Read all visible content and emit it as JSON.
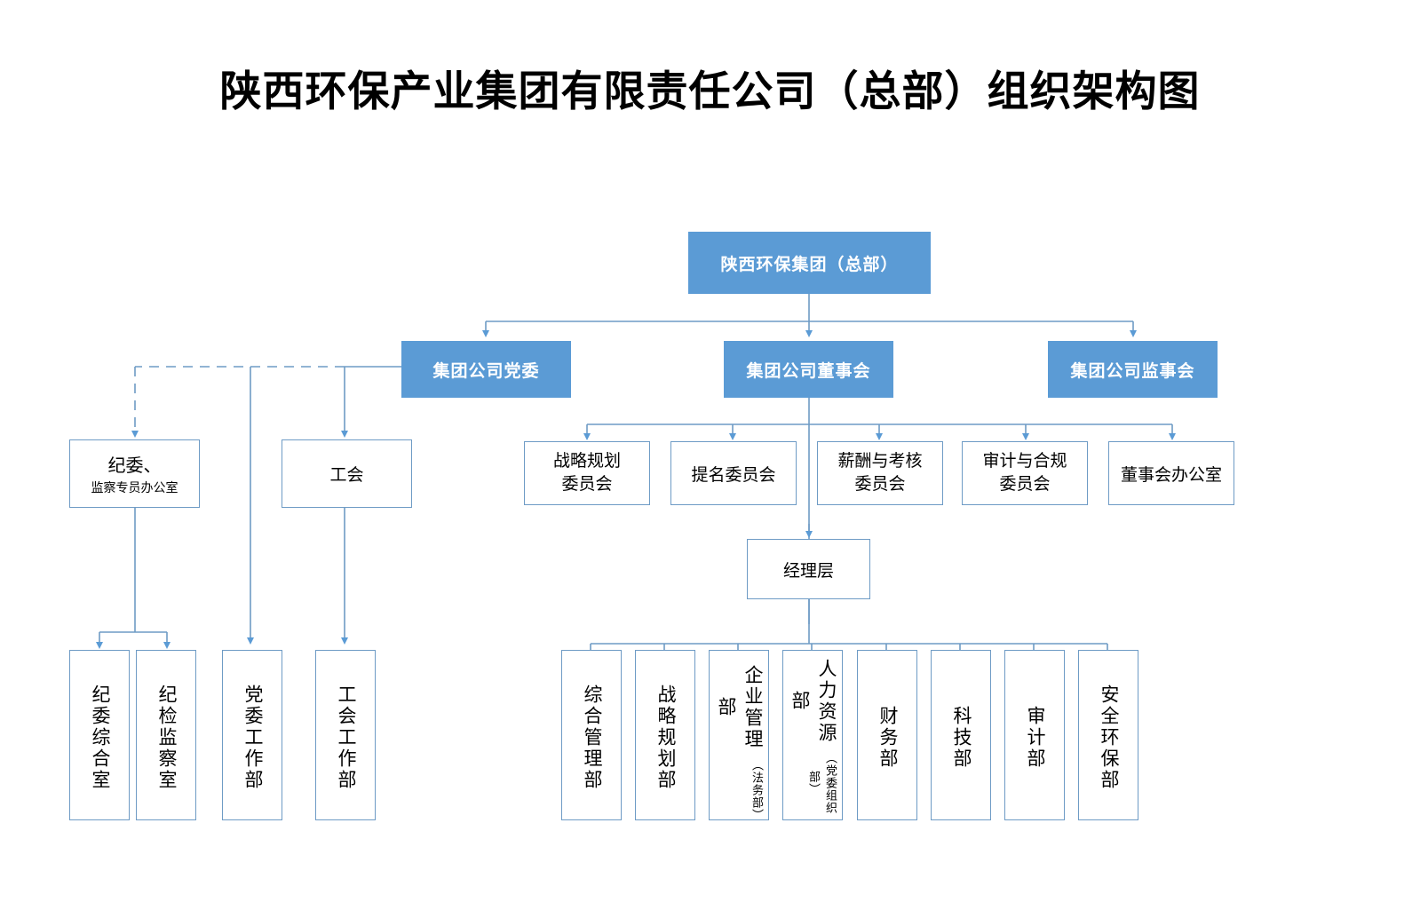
{
  "document": {
    "title": "陕西环保产业集团有限责任公司（总部）组织架构图"
  },
  "theme": {
    "accent_fill": "#5B9BD5",
    "accent_text": "#FFFFFF",
    "box_border": "#6E9BC5",
    "connector": "#6E9BC5",
    "page_background": "#FFFFFF",
    "text": "#000000"
  },
  "chart_data": {
    "type": "diagram",
    "diagram_kind": "org-chart",
    "title": "陕西环保产业集团有限责任公司（总部）组织架构图",
    "root": "陕西环保集团（总部）",
    "nodes": [
      {
        "id": "group",
        "label": "陕西环保集团（总部）",
        "style": "filled",
        "level": 0
      },
      {
        "id": "party",
        "label": "集团公司党委",
        "style": "filled",
        "level": 1
      },
      {
        "id": "board",
        "label": "集团公司董事会",
        "style": "filled",
        "level": 1
      },
      {
        "id": "supervisors",
        "label": "集团公司监事会",
        "style": "filled",
        "level": 1
      },
      {
        "id": "discipline",
        "label": "纪委、",
        "sublabel": "监察专员办公室",
        "style": "outline",
        "level": 2
      },
      {
        "id": "union",
        "label": "工会",
        "style": "outline",
        "level": 2
      },
      {
        "id": "strategy-cmte",
        "label": "战略规划\n委员会",
        "style": "outline",
        "level": 2
      },
      {
        "id": "nomination-cmte",
        "label": "提名委员会",
        "style": "outline",
        "level": 2
      },
      {
        "id": "comp-cmte",
        "label": "薪酬与考核\n委员会",
        "style": "outline",
        "level": 2
      },
      {
        "id": "audit-cmte",
        "label": "审计与合规\n委员会",
        "style": "outline",
        "level": 2
      },
      {
        "id": "board-office",
        "label": "董事会办公室",
        "style": "outline",
        "level": 2
      },
      {
        "id": "management",
        "label": "经理层",
        "style": "outline",
        "level": 3
      },
      {
        "id": "dept-jiwei-zh",
        "label": "纪委综合室",
        "style": "outline-vertical",
        "level": 4
      },
      {
        "id": "dept-jijian",
        "label": "纪检监察室",
        "style": "outline-vertical",
        "level": 4
      },
      {
        "id": "dept-party-work",
        "label": "党委工作部",
        "style": "outline-vertical",
        "level": 4
      },
      {
        "id": "dept-union-work",
        "label": "工会工作部",
        "style": "outline-vertical",
        "level": 4
      },
      {
        "id": "dept-general",
        "label": "综合管理部",
        "style": "outline-vertical",
        "level": 4
      },
      {
        "id": "dept-strategy",
        "label": "战略规划部",
        "style": "outline-vertical",
        "level": 4
      },
      {
        "id": "dept-enterprise",
        "label": "企业管理部",
        "sublabel": "（法务部）",
        "style": "outline-vertical",
        "level": 4
      },
      {
        "id": "dept-hr",
        "label": "人力资源部",
        "sublabel": "（党委组织部）",
        "style": "outline-vertical",
        "level": 4
      },
      {
        "id": "dept-finance",
        "label": "财务部",
        "style": "outline-vertical",
        "level": 4
      },
      {
        "id": "dept-tech",
        "label": "科技部",
        "style": "outline-vertical",
        "level": 4
      },
      {
        "id": "dept-audit",
        "label": "审计部",
        "style": "outline-vertical",
        "level": 4
      },
      {
        "id": "dept-hse",
        "label": "安全环保部",
        "style": "outline-vertical",
        "level": 4
      }
    ],
    "edges": [
      {
        "from": "group",
        "to": "party",
        "style": "solid"
      },
      {
        "from": "group",
        "to": "board",
        "style": "solid"
      },
      {
        "from": "group",
        "to": "supervisors",
        "style": "solid"
      },
      {
        "from": "party",
        "to": "discipline",
        "style": "dashed"
      },
      {
        "from": "party",
        "to": "union",
        "style": "solid"
      },
      {
        "from": "party",
        "to": "dept-party-work",
        "style": "solid"
      },
      {
        "from": "discipline",
        "to": "dept-jiwei-zh",
        "style": "solid"
      },
      {
        "from": "discipline",
        "to": "dept-jijian",
        "style": "solid"
      },
      {
        "from": "union",
        "to": "dept-union-work",
        "style": "solid"
      },
      {
        "from": "board",
        "to": "strategy-cmte",
        "style": "solid"
      },
      {
        "from": "board",
        "to": "nomination-cmte",
        "style": "solid"
      },
      {
        "from": "board",
        "to": "comp-cmte",
        "style": "solid"
      },
      {
        "from": "board",
        "to": "audit-cmte",
        "style": "solid"
      },
      {
        "from": "board",
        "to": "board-office",
        "style": "solid"
      },
      {
        "from": "board",
        "to": "management",
        "style": "solid"
      },
      {
        "from": "management",
        "to": "dept-general",
        "style": "solid"
      },
      {
        "from": "management",
        "to": "dept-strategy",
        "style": "solid"
      },
      {
        "from": "management",
        "to": "dept-enterprise",
        "style": "solid"
      },
      {
        "from": "management",
        "to": "dept-hr",
        "style": "solid"
      },
      {
        "from": "management",
        "to": "dept-finance",
        "style": "solid"
      },
      {
        "from": "management",
        "to": "dept-tech",
        "style": "solid"
      },
      {
        "from": "management",
        "to": "dept-audit",
        "style": "solid"
      },
      {
        "from": "management",
        "to": "dept-hse",
        "style": "solid"
      }
    ]
  },
  "boxes": {
    "group": "陕西环保集团（总部）",
    "party": "集团公司党委",
    "board": "集团公司董事会",
    "supervisors": "集团公司监事会",
    "discipline_main": "纪委、",
    "discipline_sub": "监察专员办公室",
    "union": "工会",
    "strategy_cmte_l1": "战略规划",
    "strategy_cmte_l2": "委员会",
    "nomination_cmte": "提名委员会",
    "comp_cmte_l1": "薪酬与考核",
    "comp_cmte_l2": "委员会",
    "audit_cmte_l1": "审计与合规",
    "audit_cmte_l2": "委员会",
    "board_office": "董事会办公室",
    "management": "经理层",
    "dept_jiwei_zh": "纪委综合室",
    "dept_jijian": "纪检监察室",
    "dept_party_work": "党委工作部",
    "dept_union_work": "工会工作部",
    "dept_general": "综合管理部",
    "dept_strategy": "战略规划部",
    "dept_enterprise": "企业管理部",
    "dept_enterprise_sub": "（法务部）",
    "dept_hr": "人力资源部",
    "dept_hr_sub": "（党委组织部）",
    "dept_finance": "财务部",
    "dept_tech": "科技部",
    "dept_audit": "审计部",
    "dept_hse": "安全环保部"
  }
}
